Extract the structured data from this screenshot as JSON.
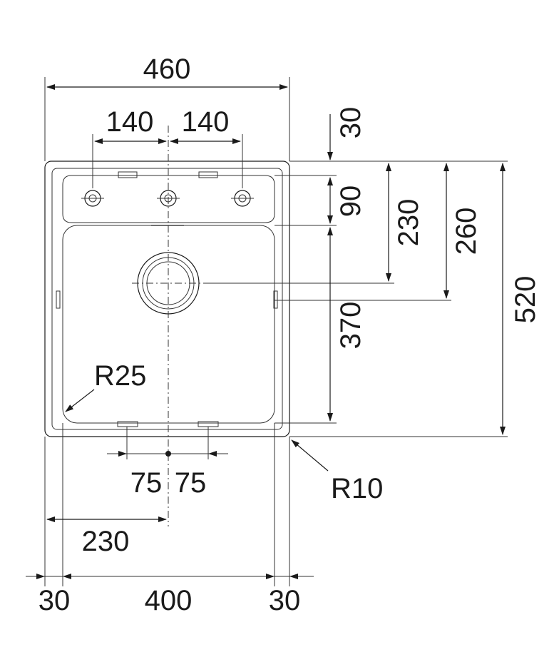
{
  "drawing": {
    "dimensions": {
      "overall_width": "460",
      "tap_spacing_left": "140",
      "tap_spacing_right": "140",
      "top_offset": "30",
      "tap_row": "90",
      "bowl_to_drain": "230",
      "top_to_drain": "260",
      "bowl_depth": "370",
      "overall_depth": "520",
      "inner_radius": "R25",
      "outer_radius": "R10",
      "overflow_left": "75",
      "overflow_right": "75",
      "drain_offset": "230",
      "rim_left": "30",
      "bowl_width": "400",
      "rim_right": "30"
    },
    "colors": {
      "line": "#1a1a1a",
      "background": "#ffffff"
    }
  }
}
